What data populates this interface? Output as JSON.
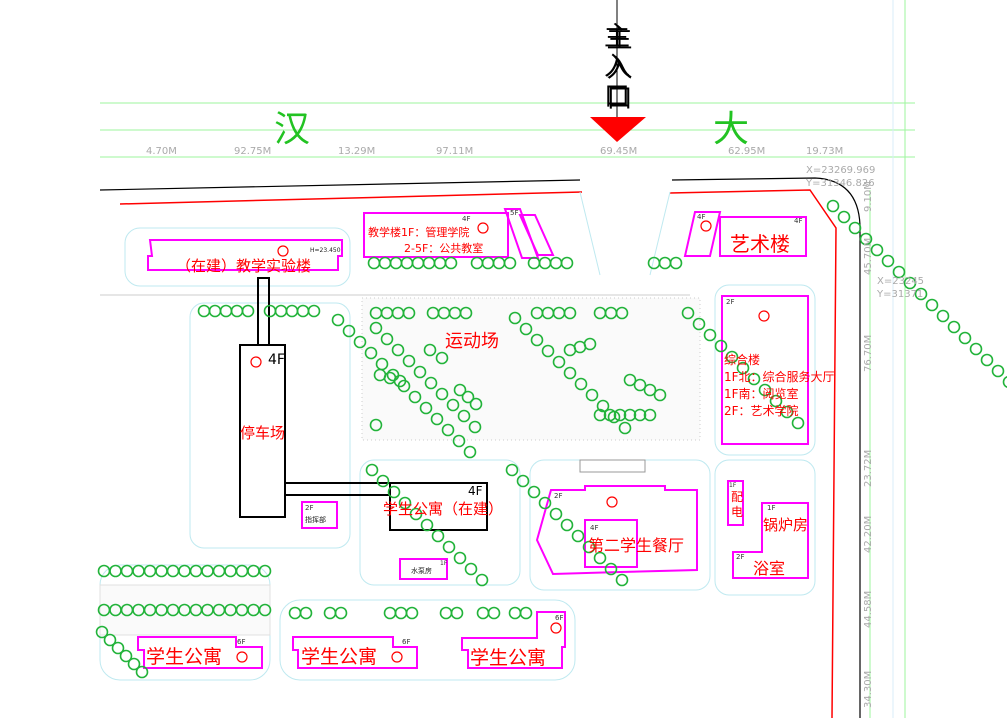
{
  "roads": {
    "left_char": "汉",
    "right_char": "大"
  },
  "entrance": {
    "label": "主入口",
    "chars": [
      "主",
      "入",
      "口"
    ]
  },
  "top_dimensions": [
    "4.70M",
    "92.75M",
    "13.29M",
    "97.11M",
    "69.45M",
    "62.95M",
    "19.73M"
  ],
  "right_dimensions": [
    "9.10M",
    "45.70M",
    "76.70M",
    "23.72M",
    "42.20M",
    "44.58M",
    "34.30M"
  ],
  "coordinates": {
    "point1": {
      "x": "X=23269.969",
      "y": "Y=31346.826"
    },
    "point2": {
      "x": "X=23245",
      "y": "Y=31371"
    }
  },
  "buildings": {
    "teaching": {
      "line1": "教学楼1F：管理学院",
      "line2": "2-5F：公共教室",
      "floors": "4F",
      "annex_floors": "5F"
    },
    "art": {
      "name": "艺术楼",
      "floors_left": "4F",
      "floors_right": "4F"
    },
    "lab": {
      "name": "（在建）教学实验楼",
      "height": "H=23.450"
    },
    "parking": {
      "name": "停车场",
      "floors": "4F"
    },
    "sports": {
      "name": "运动场"
    },
    "dorm_building": {
      "name": "学生公寓（在建）",
      "floors": "4F"
    },
    "command": {
      "name": "指挥部",
      "floors": "2F"
    },
    "pump": {
      "name": "水泵房",
      "floors": "1F"
    },
    "canteen": {
      "name": "第二学生餐厅",
      "floors_main": "2F",
      "floors_inner": "4F"
    },
    "complex": {
      "name": "综合楼",
      "line1": "1F北：综合服务大厅",
      "line2": "1F南：阅览室",
      "line3": "2F：艺术学院",
      "floors": "2F"
    },
    "power": {
      "name": "配电",
      "floors": "1F"
    },
    "boiler": {
      "name": "锅炉房",
      "floors": "1F"
    },
    "bath": {
      "name": "浴室",
      "floors": "2F"
    },
    "dorms": [
      {
        "name": "学生公寓",
        "floors": "6F"
      },
      {
        "name": "学生公寓",
        "floors": "6F"
      },
      {
        "name": "学生公寓",
        "floors": "6F"
      }
    ]
  },
  "colors": {
    "building": "#ff00ff",
    "label": "#ff0000",
    "tree": "#22b33a",
    "road_text": "#22c322",
    "dimension": "#aaaaaa"
  }
}
